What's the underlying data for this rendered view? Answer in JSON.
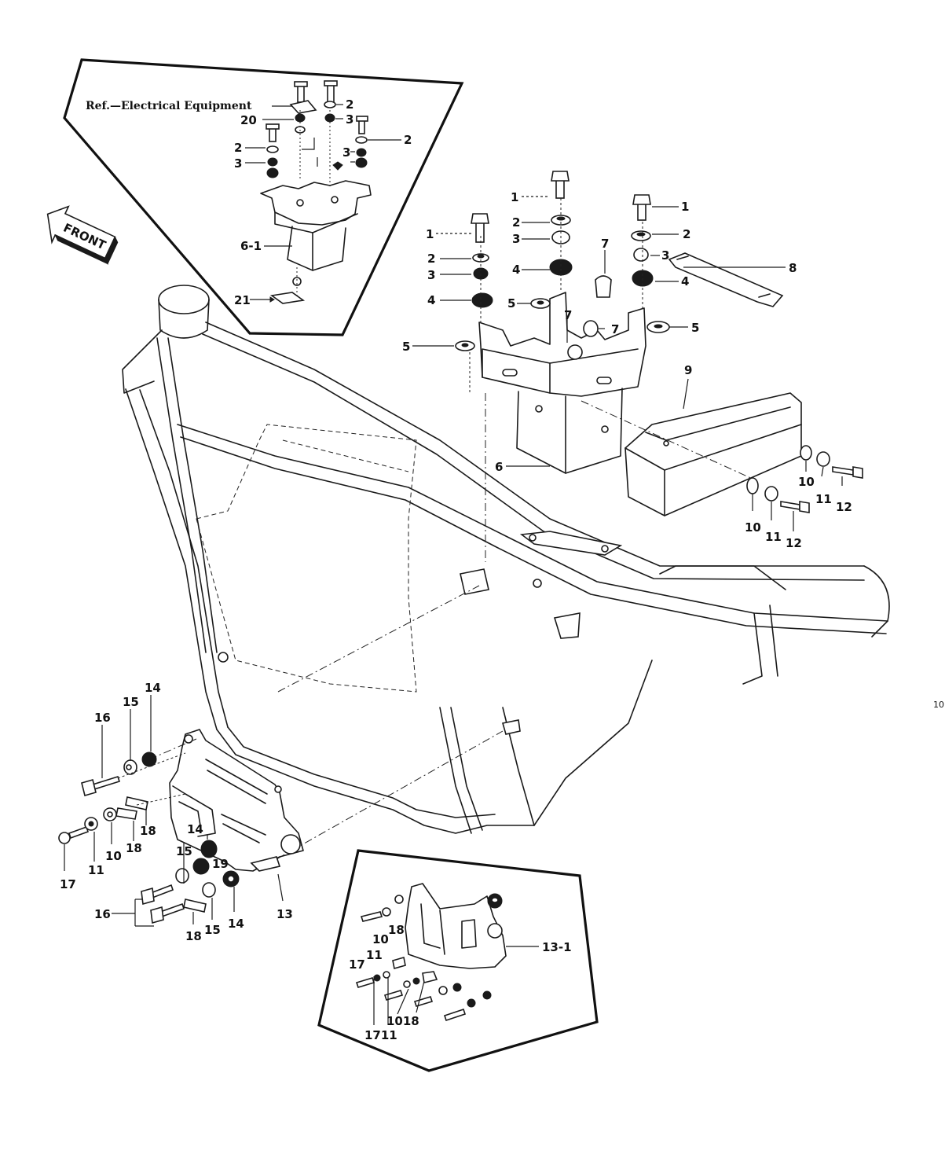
{
  "front_label": "FRONT",
  "ref_note": "Ref.—Electrical Equipment",
  "edge_mark": "10",
  "icons": [
    "front-arrow-icon"
  ],
  "labels": [
    {
      "id": "top-2a",
      "text": "2"
    },
    {
      "id": "top-20",
      "text": "20"
    },
    {
      "id": "top-3a",
      "text": "3"
    },
    {
      "id": "top-2b",
      "text": "2"
    },
    {
      "id": "top-2c",
      "text": "2"
    },
    {
      "id": "top-3b",
      "text": "3"
    },
    {
      "id": "top-3c",
      "text": "3"
    },
    {
      "id": "top-6-1",
      "text": "6-1"
    },
    {
      "id": "top-21",
      "text": "21"
    },
    {
      "id": "m-1a",
      "text": "1"
    },
    {
      "id": "m-1b",
      "text": "1"
    },
    {
      "id": "m-1c",
      "text": "1"
    },
    {
      "id": "m-2a",
      "text": "2"
    },
    {
      "id": "m-2b",
      "text": "2"
    },
    {
      "id": "m-2c",
      "text": "2"
    },
    {
      "id": "m-3a",
      "text": "3"
    },
    {
      "id": "m-3b",
      "text": "3"
    },
    {
      "id": "m-3c",
      "text": "3"
    },
    {
      "id": "m-4a",
      "text": "4"
    },
    {
      "id": "m-4b",
      "text": "4"
    },
    {
      "id": "m-4c",
      "text": "4"
    },
    {
      "id": "m-5a",
      "text": "5"
    },
    {
      "id": "m-5b",
      "text": "5"
    },
    {
      "id": "m-5c",
      "text": "5"
    },
    {
      "id": "m-7a",
      "text": "7"
    },
    {
      "id": "m-7b",
      "text": "7"
    },
    {
      "id": "m-7c",
      "text": "7"
    },
    {
      "id": "m-8",
      "text": "8"
    },
    {
      "id": "m-9",
      "text": "9"
    },
    {
      "id": "m-6",
      "text": "6"
    },
    {
      "id": "m-10a",
      "text": "10"
    },
    {
      "id": "m-11a",
      "text": "11"
    },
    {
      "id": "m-12a",
      "text": "12"
    },
    {
      "id": "m-10b",
      "text": "10"
    },
    {
      "id": "m-11b",
      "text": "11"
    },
    {
      "id": "m-12b",
      "text": "12"
    },
    {
      "id": "l-14a",
      "text": "14"
    },
    {
      "id": "l-15a",
      "text": "15"
    },
    {
      "id": "l-16a",
      "text": "16"
    },
    {
      "id": "l-18a",
      "text": "18"
    },
    {
      "id": "l-18b",
      "text": "18"
    },
    {
      "id": "l-17",
      "text": "17"
    },
    {
      "id": "l-11",
      "text": "11"
    },
    {
      "id": "l-10",
      "text": "10"
    },
    {
      "id": "l-14b",
      "text": "14"
    },
    {
      "id": "l-15b",
      "text": "15"
    },
    {
      "id": "l-19",
      "text": "19"
    },
    {
      "id": "l-16b",
      "text": "16"
    },
    {
      "id": "l-18c",
      "text": "18"
    },
    {
      "id": "l-15c",
      "text": "15"
    },
    {
      "id": "l-14c",
      "text": "14"
    },
    {
      "id": "l-13",
      "text": "13"
    },
    {
      "id": "b-13-1",
      "text": "13-1"
    },
    {
      "id": "b-18",
      "text": "18"
    },
    {
      "id": "b-10",
      "text": "10"
    },
    {
      "id": "b-17",
      "text": "17"
    },
    {
      "id": "b-11",
      "text": "11"
    },
    {
      "id": "b-1711",
      "text": "1711"
    },
    {
      "id": "b-1018",
      "text": "1018"
    }
  ]
}
